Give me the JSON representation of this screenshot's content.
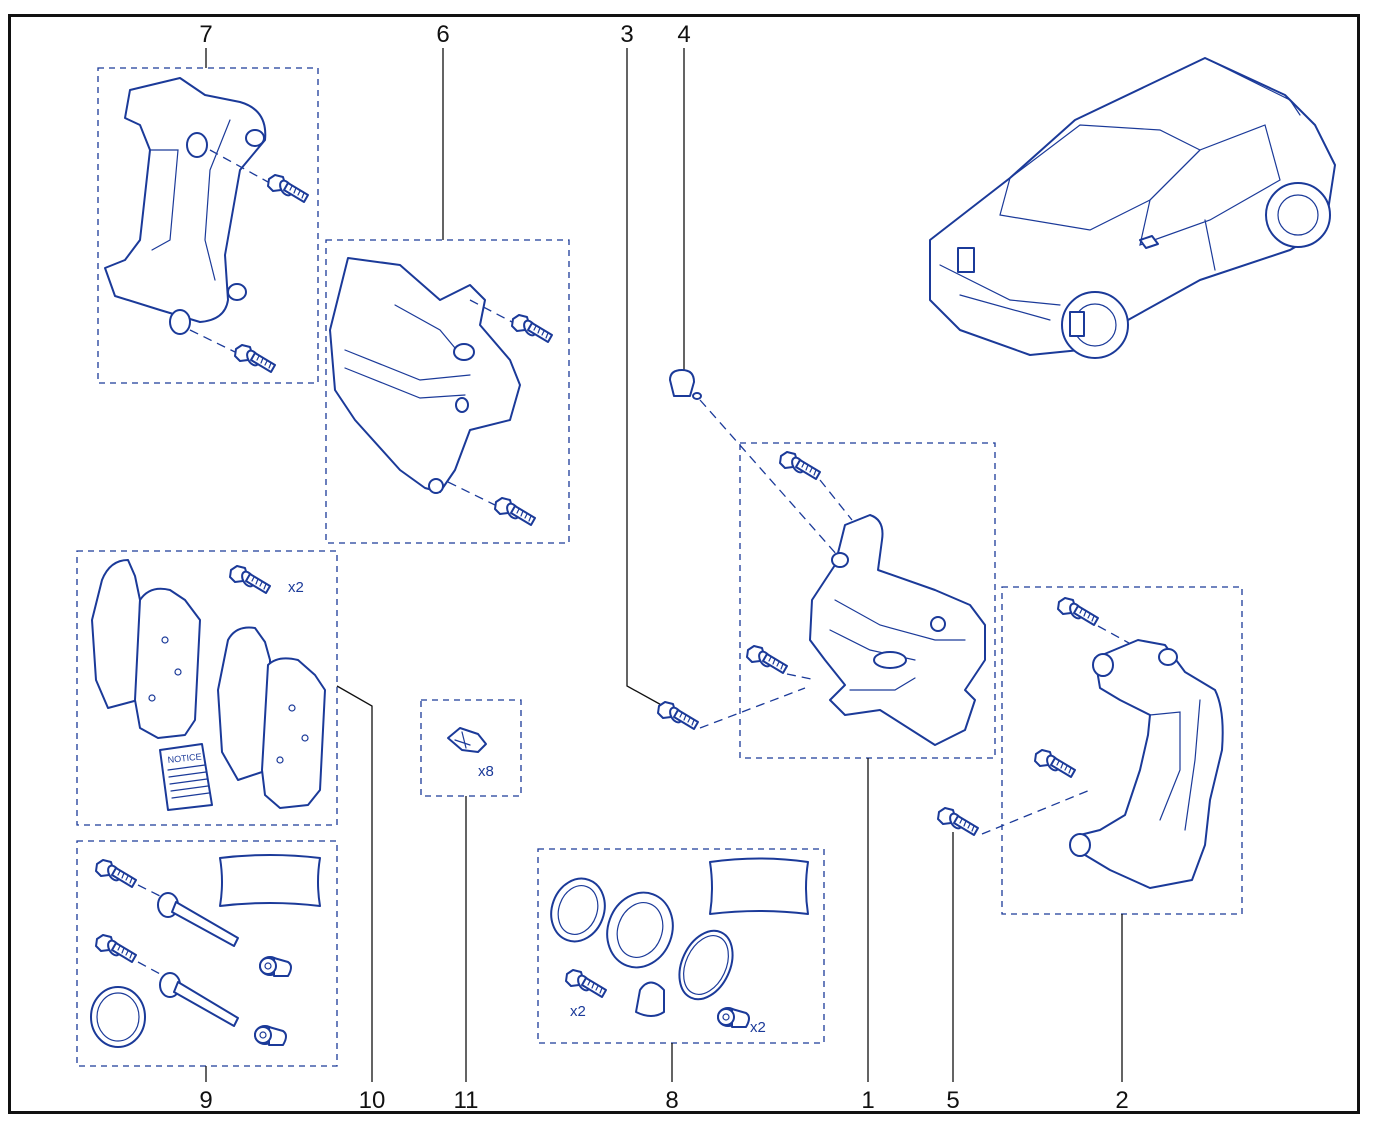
{
  "colors": {
    "line": "#1b3a99",
    "text": "#111111",
    "background": "#ffffff"
  },
  "callouts": [
    "7",
    "6",
    "3",
    "4",
    "10",
    "11",
    "9",
    "8",
    "1",
    "5",
    "2"
  ],
  "quantities": {
    "bolts_pads": "x2",
    "clips": "x8",
    "kit8_bolts": "x2",
    "kit8_bushings": "x2"
  },
  "notice_label": "NOTICE",
  "icons": [
    "car-illustration",
    "carrier-bracket",
    "caliper",
    "bolt",
    "bleed-cap",
    "brake-pads",
    "clip",
    "guide-pin",
    "seal-ring",
    "grease-sachet",
    "bushing",
    "piston"
  ]
}
